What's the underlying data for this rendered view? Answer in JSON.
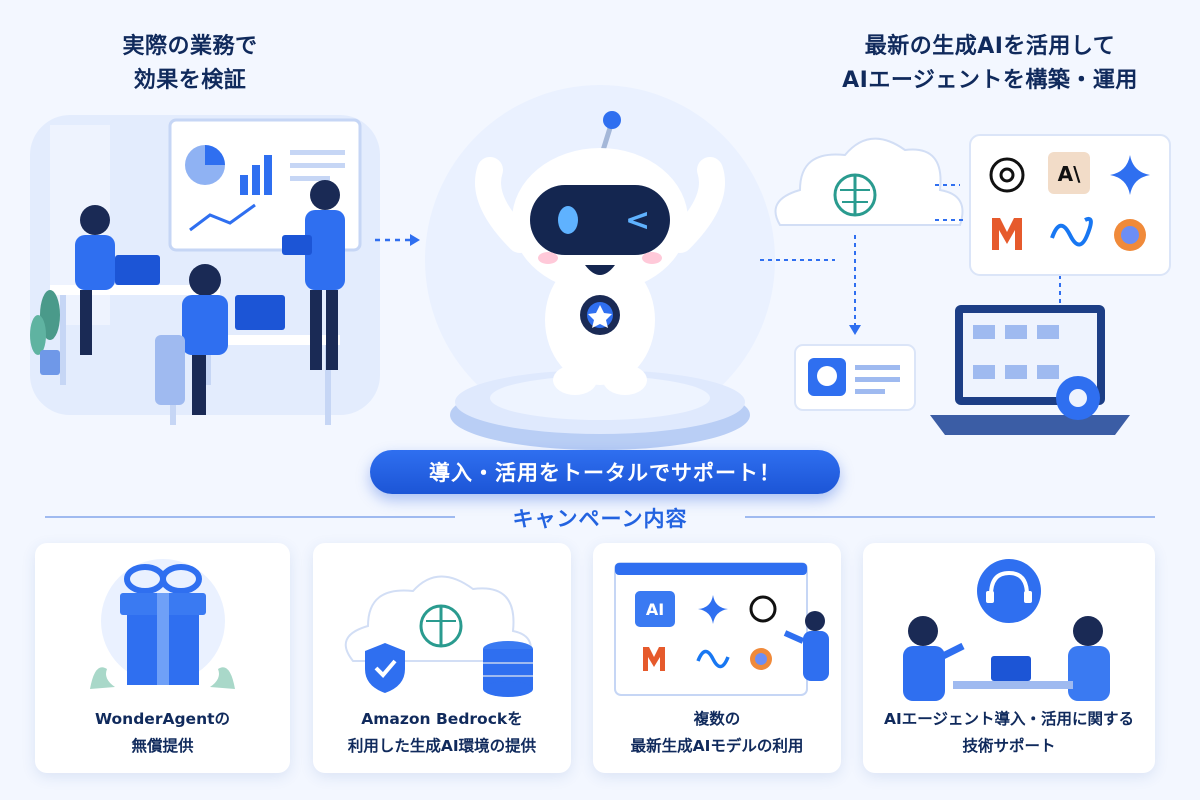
{
  "left_heading": {
    "line1": "実際の業務で",
    "line2": "効果を検証"
  },
  "right_heading": {
    "line1": "最新の生成AIを活用して",
    "line2": "AIエージェントを構築・運用"
  },
  "banner": "導入・活用をトータルでサポート！",
  "section_title": "キャンペーン内容",
  "ai_logos": {
    "anthropic": "A\\",
    "model_ai": "AI"
  },
  "cards": [
    {
      "line1": "WonderAgentの",
      "line2": "無償提供",
      "icon": "gift-box-icon"
    },
    {
      "line1": "Amazon Bedrockを",
      "line2": "利用した生成AI環境の提供",
      "icon": "cloud-database-icon"
    },
    {
      "line1": "複数の",
      "line2": "最新生成AIモデルの利用",
      "icon": "model-grid-icon"
    },
    {
      "line1": "AIエージェント導入・活用に関する",
      "line2": "技術サポート",
      "icon": "support-headset-icon"
    }
  ],
  "colors": {
    "primary": "#2363e0",
    "dark_text": "#102a5c",
    "background": "#f3f7ff",
    "accent_light": "#dce8ff"
  }
}
